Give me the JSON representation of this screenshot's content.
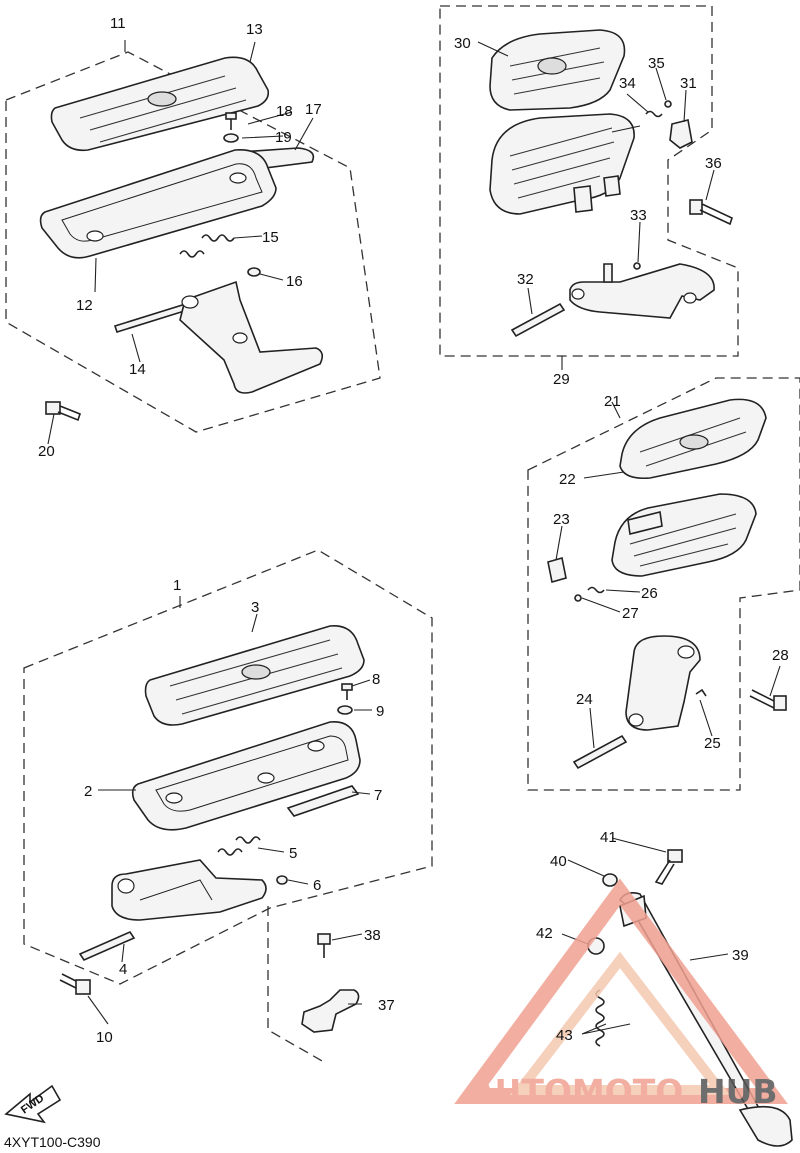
{
  "diagram": {
    "drawing_code": "4XYT100-C390",
    "fwd_label": "FWD",
    "watermark": {
      "text_part1": "AUTOMOTO",
      "text_part2": "HUB",
      "color_main": "#f0a090",
      "color_accent": "#f4c8b0",
      "color_dark": "#555555"
    },
    "callouts": [
      "1",
      "2",
      "3",
      "4",
      "5",
      "6",
      "7",
      "8",
      "9",
      "10",
      "11",
      "12",
      "13",
      "14",
      "15",
      "16",
      "17",
      "18",
      "19",
      "20",
      "21",
      "22",
      "23",
      "24",
      "25",
      "26",
      "27",
      "28",
      "29",
      "30",
      "31",
      "32",
      "33",
      "34",
      "35",
      "36",
      "37",
      "38",
      "39",
      "40",
      "41",
      "42",
      "43"
    ]
  }
}
